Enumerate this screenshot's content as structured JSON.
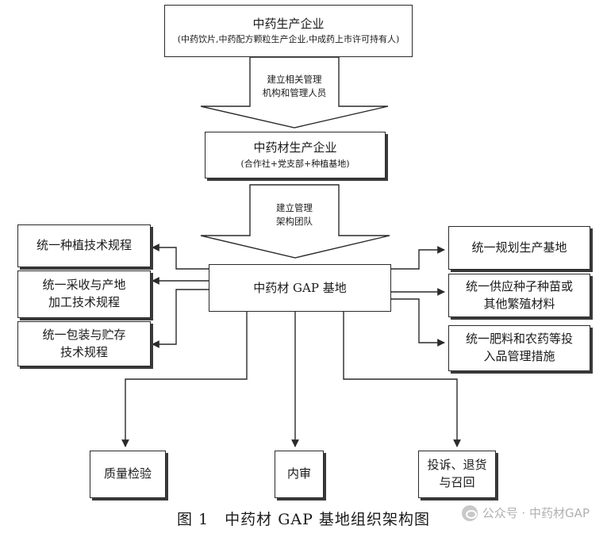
{
  "top_node": {
    "title": "中药生产企业",
    "subtitle": "(中药饮片,中药配方颗粒生产企业,中成药上市许可持有人)"
  },
  "arrow_one": {
    "line1": "建立相关管理",
    "line2": "机构和管理人员"
  },
  "middle_node": {
    "title": "中药材生产企业",
    "subtitle": "(合作社+党支部+种植基地)"
  },
  "arrow_two": {
    "line1": "建立管理",
    "line2": "架构团队"
  },
  "center_node": {
    "title": "中药材 GAP 基地"
  },
  "left_nodes": [
    {
      "line1": "统一种植技术规程",
      "line2": ""
    },
    {
      "line1": "统一采收与产地",
      "line2": "加工技术规程"
    },
    {
      "line1": "统一包装与贮存",
      "line2": "技术规程"
    }
  ],
  "right_nodes": [
    {
      "line1": "统一规划生产基地",
      "line2": ""
    },
    {
      "line1": "统一供应种子种苗或",
      "line2": "其他繁殖材料"
    },
    {
      "line1": "统一肥料和农药等投",
      "line2": "入品管理措施"
    }
  ],
  "bottom_nodes": [
    {
      "line1": "质量检验",
      "line2": ""
    },
    {
      "line1": "内审",
      "line2": ""
    },
    {
      "line1": "投诉、退货",
      "line2": "与召回"
    }
  ],
  "caption": "图 1　中药材 GAP 基地组织架构图",
  "watermark": "公众号 · 中药材GAP",
  "colors": {
    "line": "#2a2a2a",
    "shadow": "#3a3a3a",
    "watermark": "#b0b0b0"
  }
}
